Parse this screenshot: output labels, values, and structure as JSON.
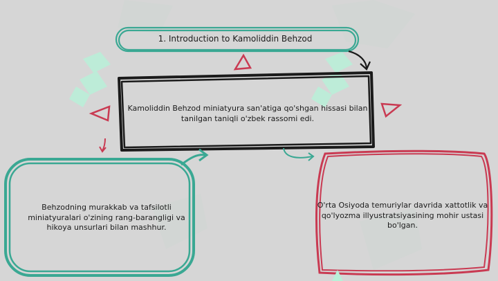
{
  "diagram": {
    "title_node": "1. Introduction to Kamoliddin Behzod",
    "main_node": "Kamoliddin Behzod miniatyura san'atiga qo'shgan hissasi bilan tanilgan taniqli o'zbek rassomi edi.",
    "left_node": "Behzodning murakkab va tafsilotli miniatyuralari o'zining rang-barangligi va hikoya unsurlari bilan mashhur.",
    "right_node": "O'rta Osiyoda temuriylar davrida xattotlik va qo'lyozma illyustratsiyasining mohir ustasi bo'lgan."
  },
  "colors": {
    "background": "#d6d6d6",
    "teal": "#3aa893",
    "black": "#1a1a1a",
    "red": "#c93a52",
    "watermark": "#b9f0d8"
  },
  "icons": [
    "watermark-logo",
    "triangle-marker",
    "curved-arrow"
  ]
}
